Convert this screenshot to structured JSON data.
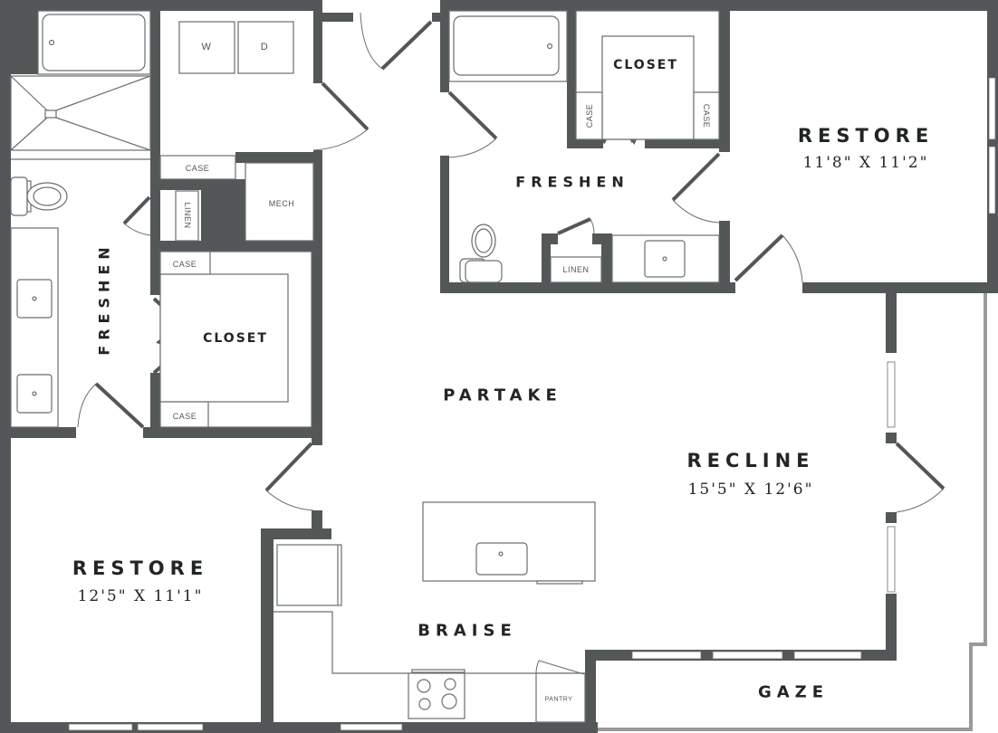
{
  "floor_plan": {
    "rooms": [
      {
        "id": "restore_main",
        "label": "RESTORE",
        "dimensions": "11'8\" X 11'2\""
      },
      {
        "id": "restore_second",
        "label": "RESTORE",
        "dimensions": "12'5\" X 11'1\""
      },
      {
        "id": "recline",
        "label": "RECLINE",
        "dimensions": "15'5\" X 12'6\""
      },
      {
        "id": "partake",
        "label": "PARTAKE"
      },
      {
        "id": "braise",
        "label": "BRAISE"
      },
      {
        "id": "gaze",
        "label": "GAZE"
      },
      {
        "id": "freshen_main",
        "label": "FRESHEN"
      },
      {
        "id": "freshen_second",
        "label": "FRESHEN"
      },
      {
        "id": "closet_main",
        "label": "CLOSET"
      },
      {
        "id": "closet_second",
        "label": "CLOSET"
      }
    ],
    "small_labels": {
      "washer": "W",
      "dryer": "D",
      "case_laundry": "CASE",
      "mech": "MECH",
      "linen_left": "LINEN",
      "linen_right": "LINEN",
      "case_closet_top": "CASE",
      "case_closet_bottom": "CASE",
      "case_master_left": "CASE",
      "case_master_right": "CASE",
      "pantry": "PANTRY"
    },
    "colors": {
      "wall": "#535758",
      "balcony_outline": "#999999",
      "fixture_line": "#6a6e6f",
      "label_text": "#222526"
    }
  }
}
